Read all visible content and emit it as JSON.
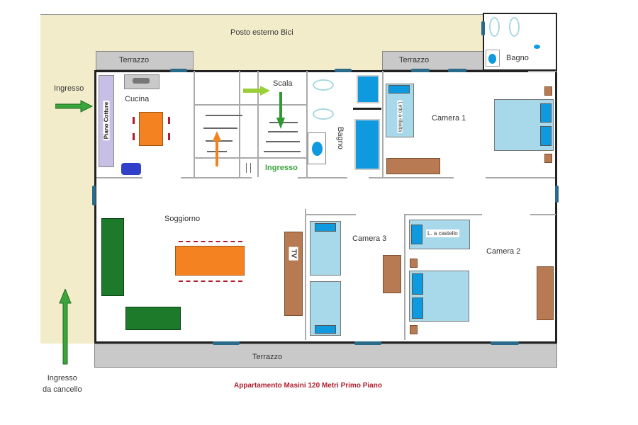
{
  "labels": {
    "bike_parking": "Posto esterno Bici",
    "terrace_top_left": "Terrazzo",
    "terrace_top_right": "Terrazzo",
    "terrace_bottom": "Terrazzo",
    "bath_top": "Bagno",
    "entrance_left": "Ingresso",
    "kitchen": "Cucina",
    "worktop": "Piano Cotture",
    "stairs": "Scala",
    "entrance_inner": "Ingresso",
    "bath_mid": "Bagno",
    "bedroom1": "Camera 1",
    "bedroom1_bed": "Letto a ribalta",
    "living": "Soggiorno",
    "tv": "TV",
    "bedroom3": "Camera 3",
    "bunk_bed": "L. a castello",
    "bedroom2": "Camera 2",
    "gate_entrance": "Ingresso\nda cancello",
    "title": "Appartamento Masini 120 Metri Primo Piano"
  },
  "colors": {
    "title": "#b01c2c",
    "entrance_inner": "#3aa53a",
    "arrow": "#3aa53a"
  }
}
